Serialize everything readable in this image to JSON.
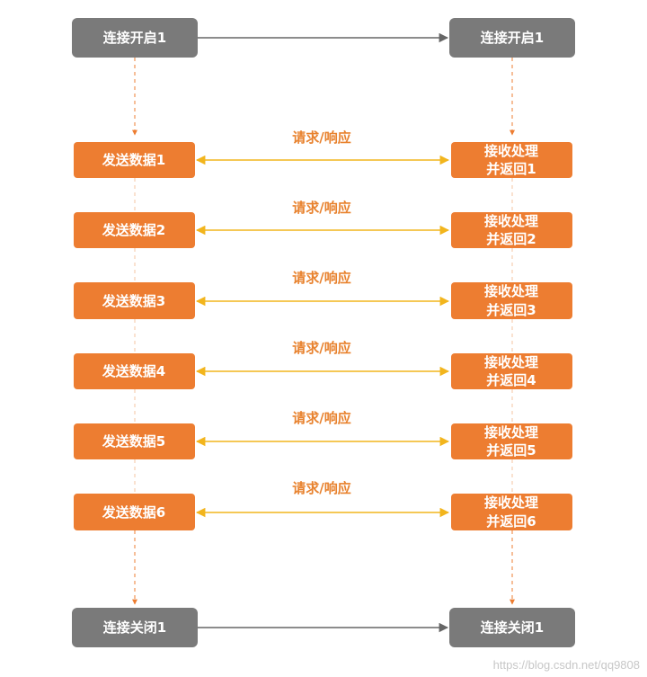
{
  "colors": {
    "gray_box": "#7a7a7a",
    "orange_box": "#ed7d31",
    "connector_arrow": "#666666",
    "request_arrow": "#f2b51d",
    "dashed_line": "#ed7d31",
    "label": "#e8822e"
  },
  "open": {
    "left": "连接开启1",
    "right": "连接开启1"
  },
  "close": {
    "left": "连接关闭1",
    "right": "连接关闭1"
  },
  "exchanges": [
    {
      "send": "发送数据1",
      "label": "请求/响应",
      "recv_line1": "接收处理",
      "recv_line2": "并返回1"
    },
    {
      "send": "发送数据2",
      "label": "请求/响应",
      "recv_line1": "接收处理",
      "recv_line2": "并返回2"
    },
    {
      "send": "发送数据3",
      "label": "请求/响应",
      "recv_line1": "接收处理",
      "recv_line2": "并返回3"
    },
    {
      "send": "发送数据4",
      "label": "请求/响应",
      "recv_line1": "接收处理",
      "recv_line2": "并返回4"
    },
    {
      "send": "发送数据5",
      "label": "请求/响应",
      "recv_line1": "接收处理",
      "recv_line2": "并返回5"
    },
    {
      "send": "发送数据6",
      "label": "请求/响应",
      "recv_line1": "接收处理",
      "recv_line2": "并返回6"
    }
  ],
  "watermark": "https://blog.csdn.net/qq9808"
}
